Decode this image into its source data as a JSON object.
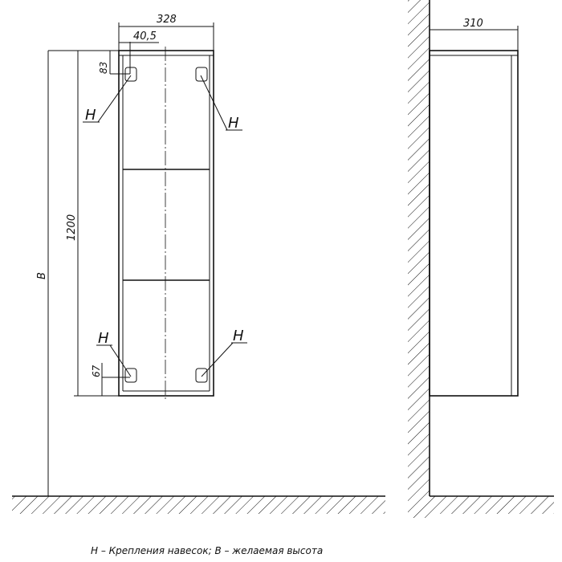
{
  "front_view": {
    "dim_width": "328",
    "dim_bracket_offset_x": "40,5",
    "dim_bracket_top": "83",
    "dim_bracket_bottom": "67",
    "dim_height": "1200",
    "dim_mount_height": "B",
    "bracket_labels": [
      "H",
      "H",
      "H",
      "H"
    ]
  },
  "side_view": {
    "dim_depth": "310"
  },
  "caption": "H – Крепления навесок; B – желаемая высота"
}
